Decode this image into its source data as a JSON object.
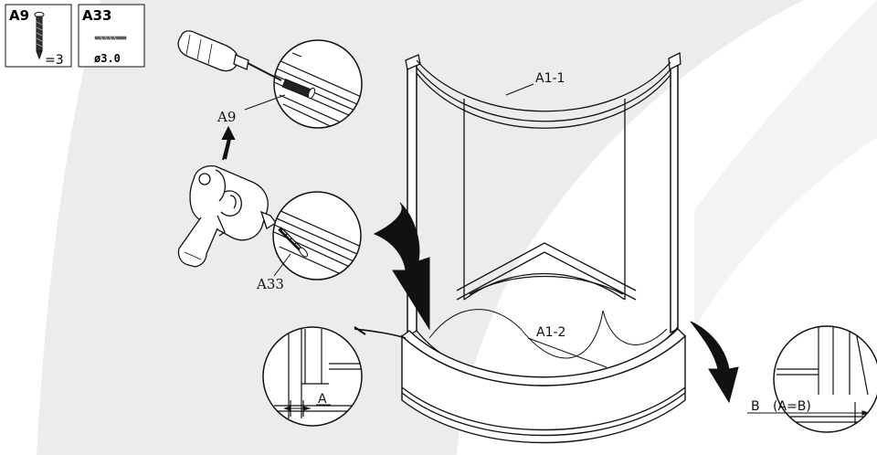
{
  "parts": [
    {
      "code": "A9",
      "quantity": "=3",
      "icon": "screw-icon"
    },
    {
      "code": "A33",
      "diameter": "ø3.0",
      "icon": "drill-bit-icon"
    }
  ],
  "callouts": {
    "screw": "A9",
    "drill_bit": "A33",
    "top_rail": "A1-1",
    "bottom_rail": "A1-2",
    "gap_a": "A",
    "gap_b": "B",
    "equation": "(A=B)"
  },
  "colors": {
    "background": "#ffffff",
    "swoosh": "#e9e9e9",
    "line": "#111111",
    "arrow_fill": "#111111"
  }
}
